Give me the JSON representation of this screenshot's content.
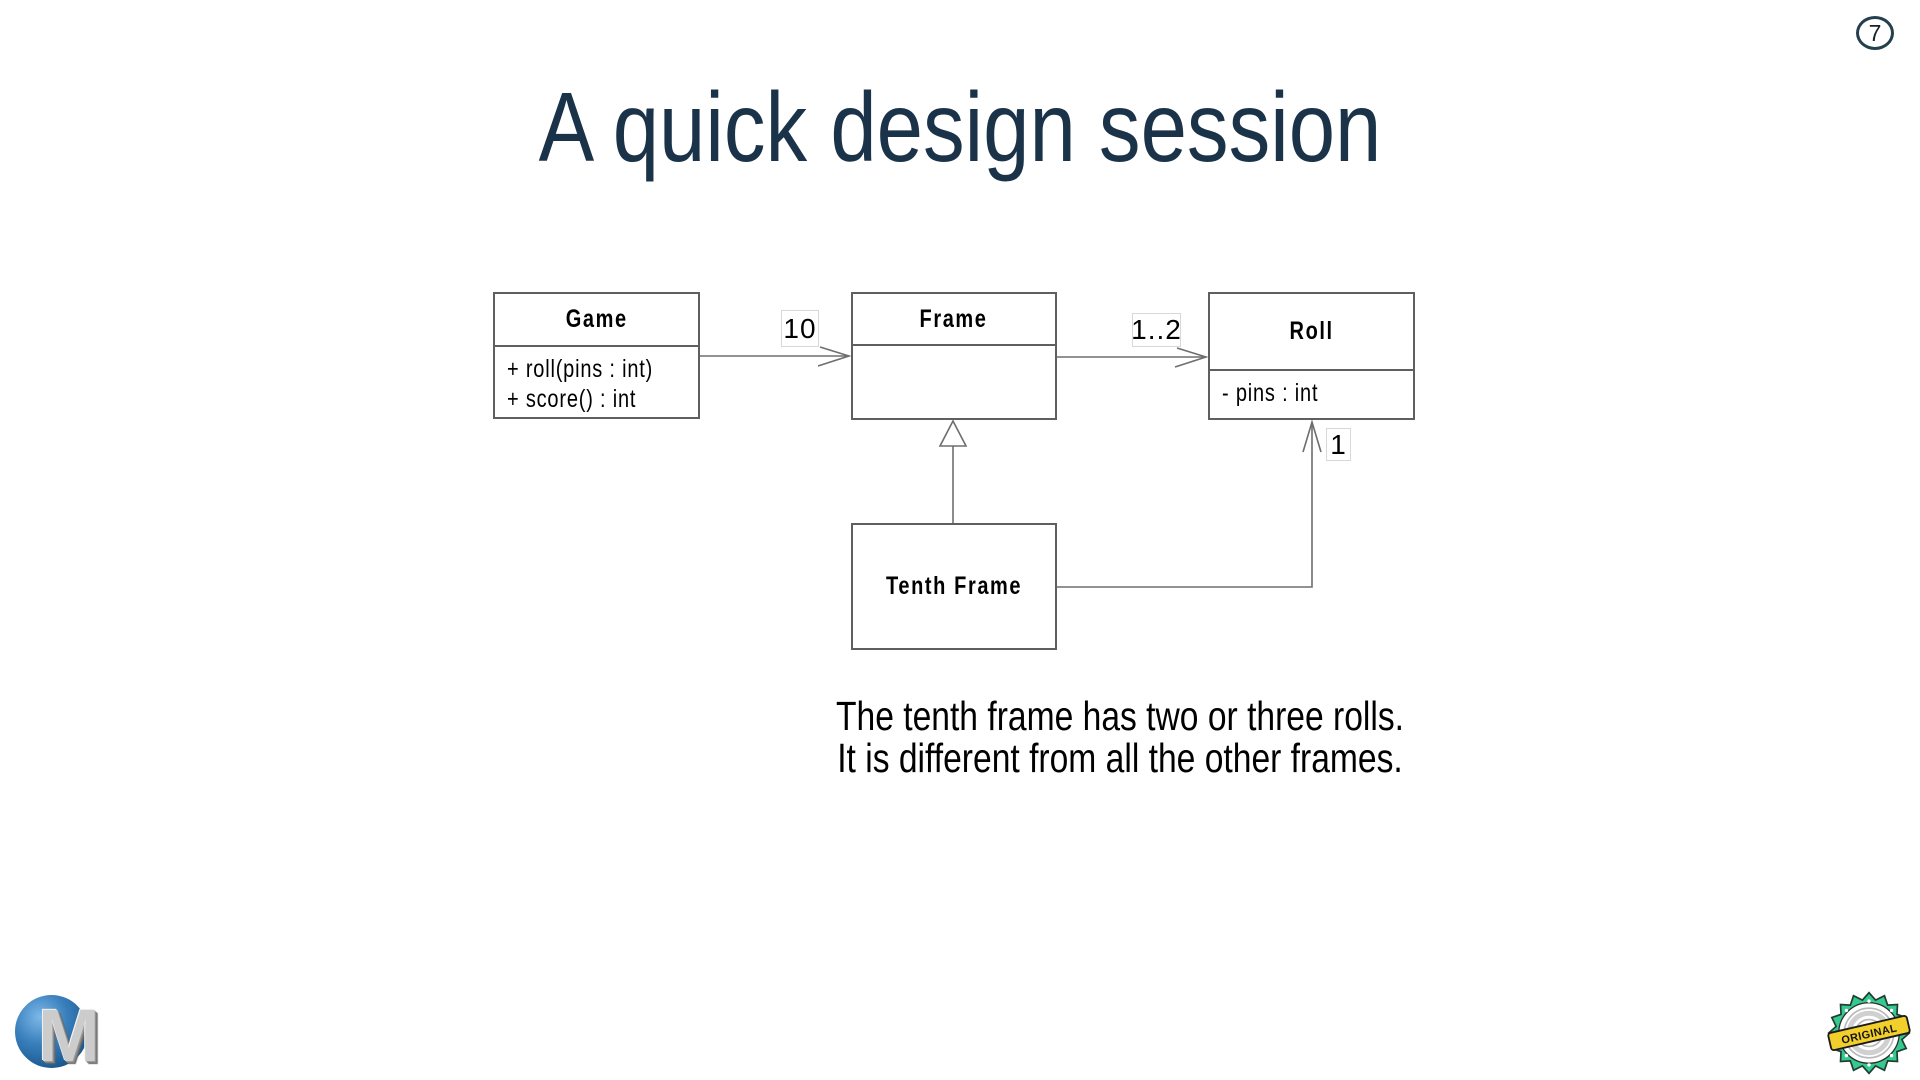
{
  "slide": {
    "page_number": "7",
    "title": "A quick design session",
    "caption_line1": "The tenth frame has two or three rolls.",
    "caption_line2": "It is different from all the other frames."
  },
  "uml": {
    "classes": [
      {
        "name": "Game",
        "member1": "+ roll(pins : int)",
        "member2": "+ score() : int"
      },
      {
        "name": "Frame"
      },
      {
        "name": "Roll",
        "member1": "- pins : int"
      },
      {
        "name": "Tenth Frame"
      }
    ],
    "relations": [
      {
        "from": "Game",
        "to": "Frame",
        "kind": "association",
        "multiplicity": "10"
      },
      {
        "from": "Frame",
        "to": "Roll",
        "kind": "association",
        "multiplicity": "1..2"
      },
      {
        "from": "Tenth Frame",
        "to": "Frame",
        "kind": "generalization",
        "multiplicity": ""
      },
      {
        "from": "Tenth Frame",
        "to": "Roll",
        "kind": "association",
        "multiplicity": "1"
      }
    ]
  },
  "branding": {
    "logo_letter": "M",
    "badge_label": "ORIGINAL"
  },
  "colors": {
    "title_text": "#1b3349",
    "box_border": "#5f5f5f",
    "connector": "#6e6e6e",
    "label_border": "#d8d8d8",
    "sphere_blue": "#3a80bd",
    "badge_green": "#35c98f",
    "badge_yellow": "#f2cf2b"
  }
}
